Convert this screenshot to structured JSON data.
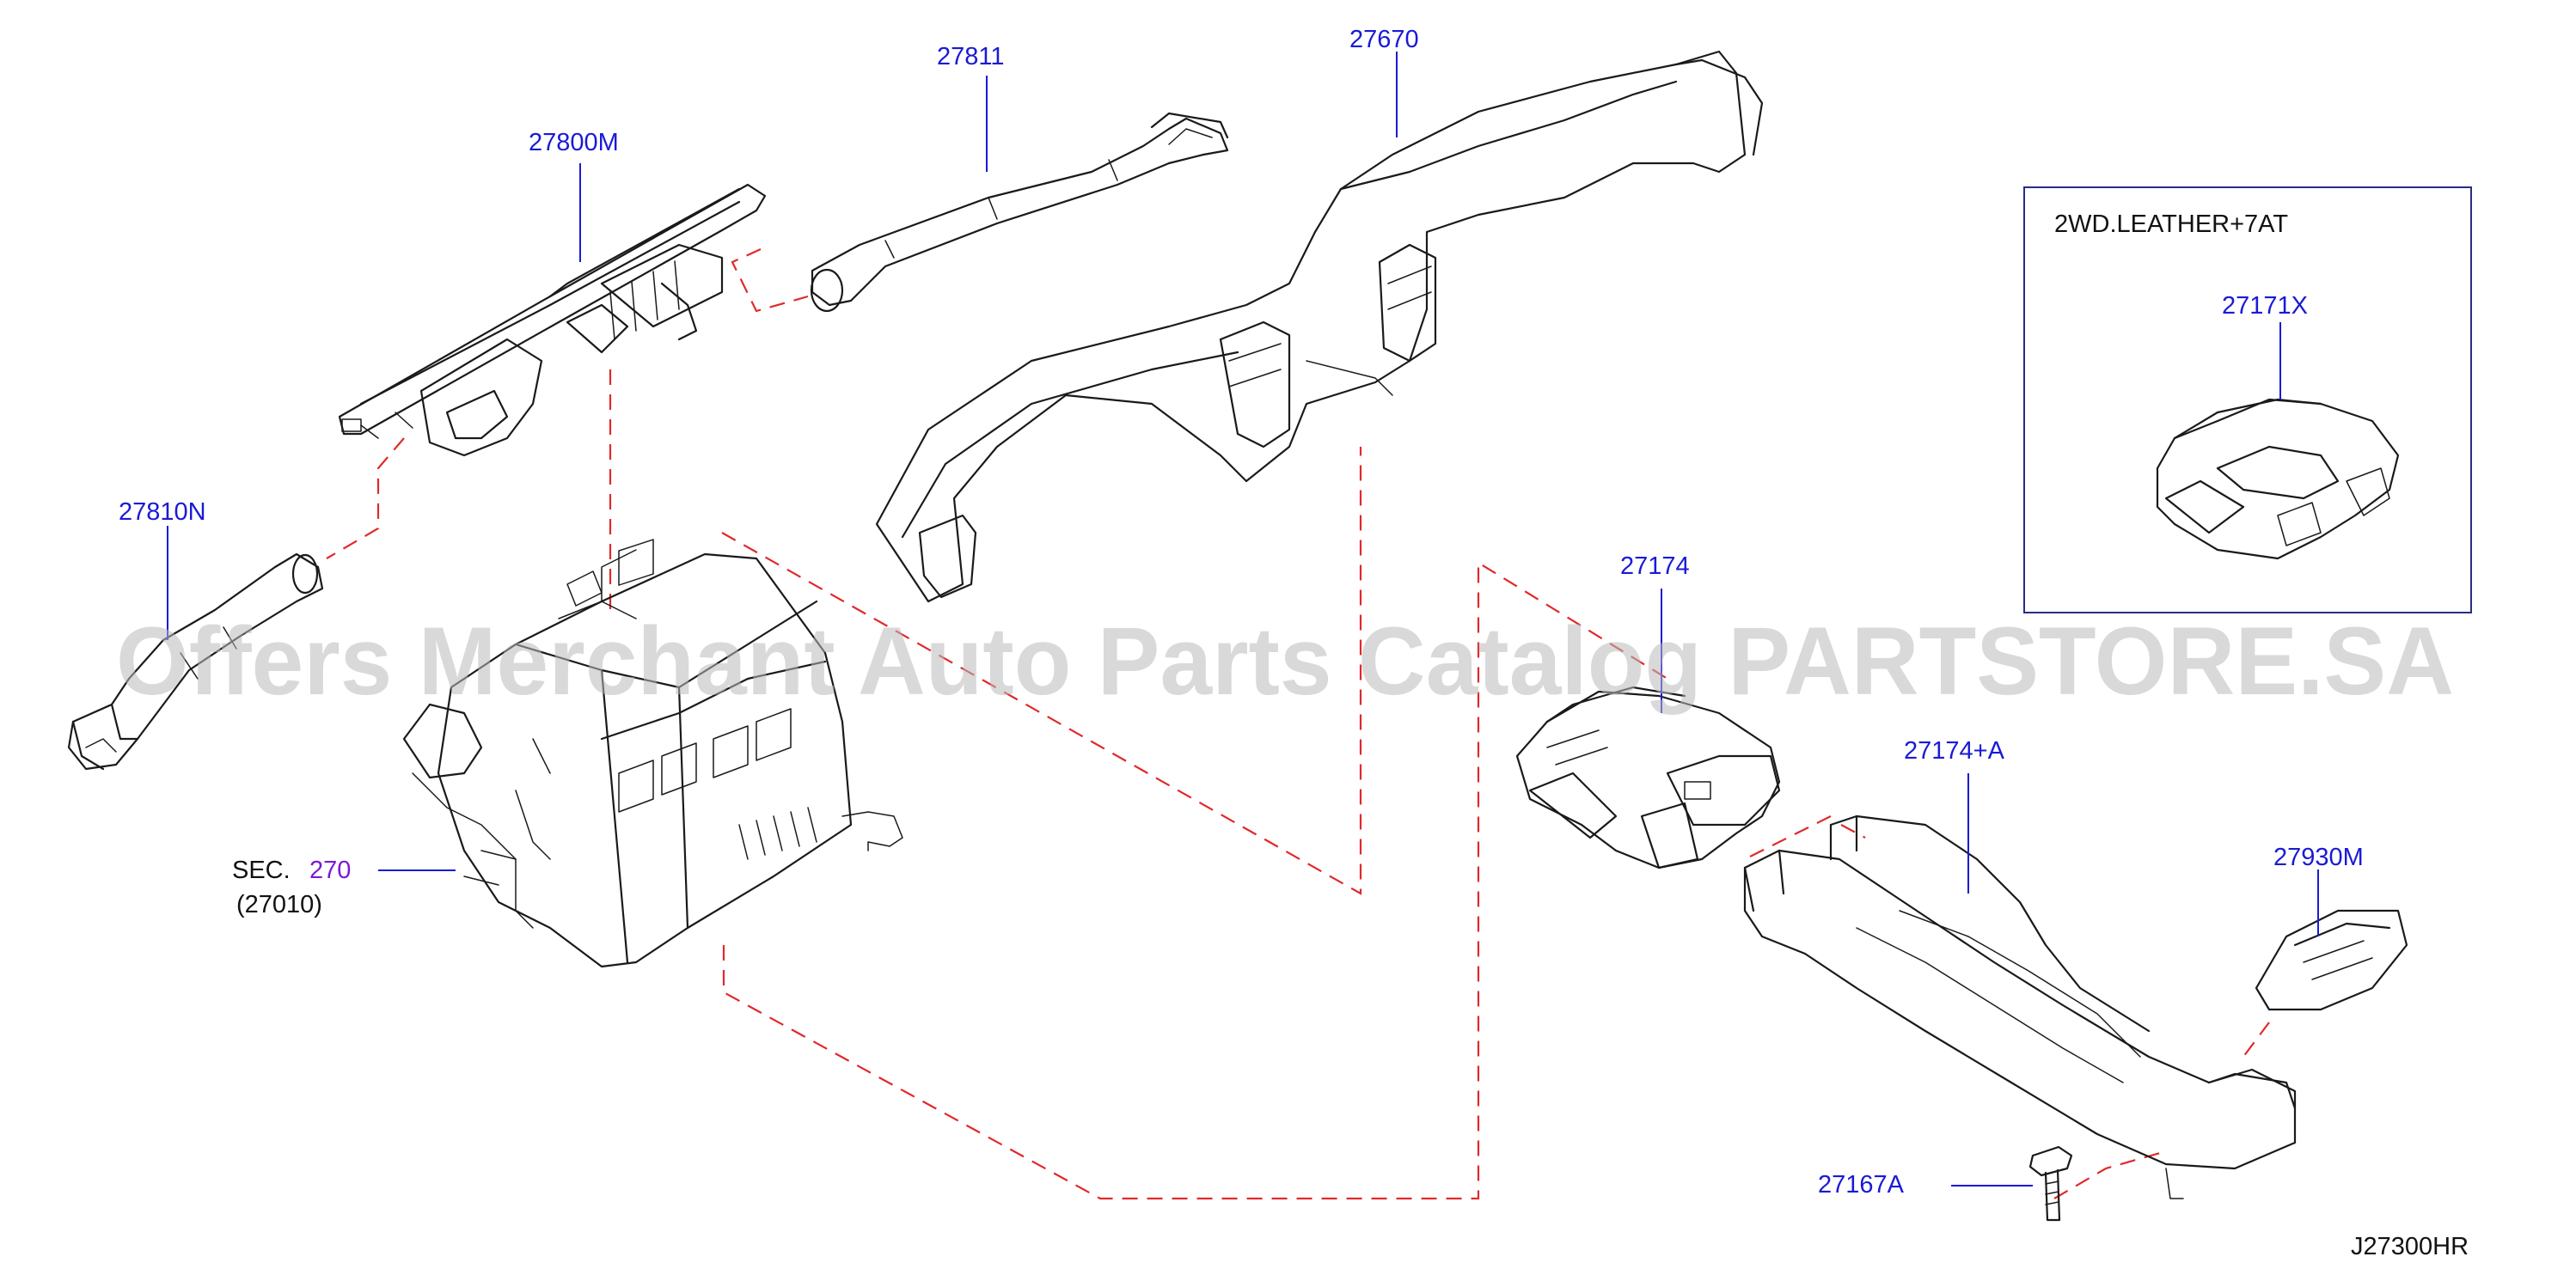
{
  "watermark": "Offers Merchant Auto Parts Catalog PARTSTORE.SA",
  "diagram_code": "J27300HR",
  "inset": {
    "title": "2WD.LEATHER+7AT",
    "part": "27171X"
  },
  "parts": {
    "p27811": "27811",
    "p27670": "27670",
    "p27800M": "27800M",
    "p27810N": "27810N",
    "p27174": "27174",
    "p27174A": "27174+A",
    "p27930M": "27930M",
    "p27167A": "27167A"
  },
  "section_ref": {
    "prefix": "SEC.",
    "number": "270",
    "sub": "(27010)"
  },
  "colors": {
    "label": "#1a1ad6",
    "section_number": "#7a1ad6",
    "dashed_line": "#e0292b",
    "watermark": "#b9b9b9"
  }
}
